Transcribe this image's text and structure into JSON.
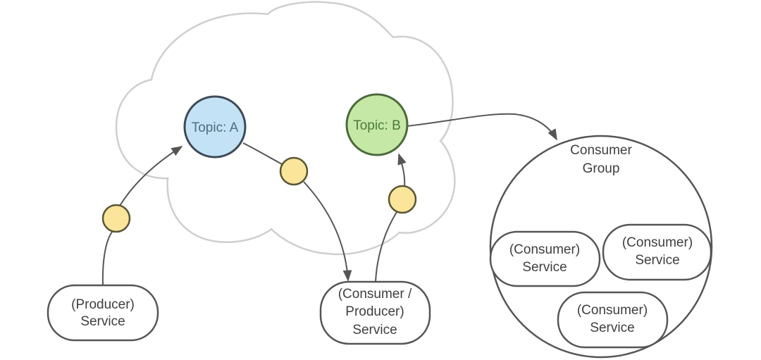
{
  "diagram": {
    "cluster": {
      "label": ""
    },
    "topics": [
      {
        "id": "topic-a",
        "label": "Topic: A",
        "fill": "#c3e2f6"
      },
      {
        "id": "topic-b",
        "label": "Topic: B",
        "fill": "#c6e8a6"
      }
    ],
    "message_color": "#fbe59a",
    "producer_service": {
      "lines": [
        "(Producer)",
        "Service"
      ]
    },
    "consumer_producer_service": {
      "lines": [
        "(Consumer /",
        "Producer)",
        "Service"
      ]
    },
    "consumer_group": {
      "title_lines": [
        "Consumer",
        "Group"
      ],
      "services": [
        {
          "lines": [
            "(Consumer)",
            "Service"
          ]
        },
        {
          "lines": [
            "(Consumer)",
            "Service"
          ]
        },
        {
          "lines": [
            "(Consumer)",
            "Service"
          ]
        }
      ]
    },
    "edges": [
      {
        "from": "producer-service",
        "to": "topic-a",
        "via_message": true
      },
      {
        "from": "topic-a",
        "to": "consumer-producer-service",
        "via_message": true
      },
      {
        "from": "consumer-producer-service",
        "to": "topic-b",
        "via_message": true
      },
      {
        "from": "topic-b",
        "to": "consumer-group",
        "via_message": false
      }
    ]
  }
}
